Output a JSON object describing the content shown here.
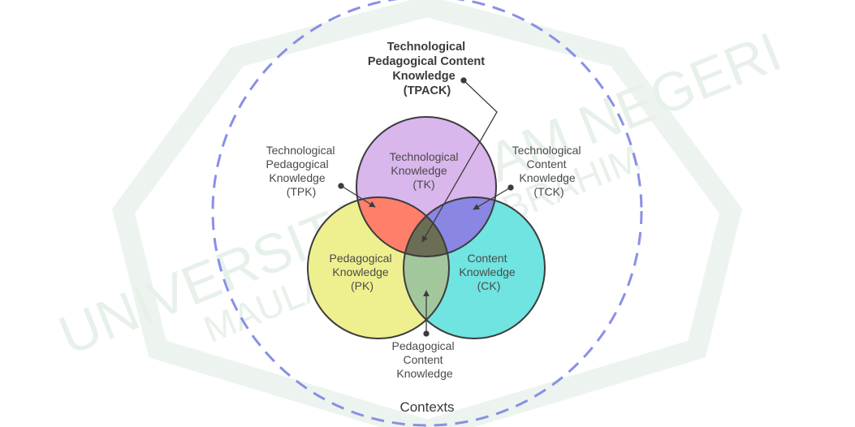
{
  "watermark": {
    "text": "UNIVERSITAS ISLAM NEGERI",
    "subtext": "MAULANA MALIK IBRAHIM"
  },
  "diagram": {
    "tpack": [
      "Technological",
      "Pedagogical Content",
      "Knowledge",
      "(TPACK)"
    ],
    "tk": [
      "Technological",
      "Knowledge",
      "(TK)"
    ],
    "pk": [
      "Pedagogical",
      "Knowledge",
      "(PK)"
    ],
    "ck": [
      "Content",
      "Knowledge",
      "(CK)"
    ],
    "tpk": [
      "Technological",
      "Pedagogical",
      "Knowledge",
      "(TPK)"
    ],
    "tck": [
      "Technological",
      "Content",
      "Knowledge",
      "(TCK)"
    ],
    "pck": [
      "Pedagogical",
      "Content",
      "Knowledge"
    ],
    "contexts": "Contexts"
  },
  "colors": {
    "watermark": "#e7f1ea",
    "context_ring": "#8890e6",
    "tk_fill": "#d9b6ec",
    "pk_fill": "#eef08f",
    "ck_fill": "#6fe4e0",
    "tpk_fill": "#ff7f6a",
    "tck_fill": "#8a86e3",
    "pck_fill": "#a3c79d",
    "center_fill": "#6b6e55",
    "outline": "#3c3c3c",
    "label": "#4a4a4a"
  }
}
